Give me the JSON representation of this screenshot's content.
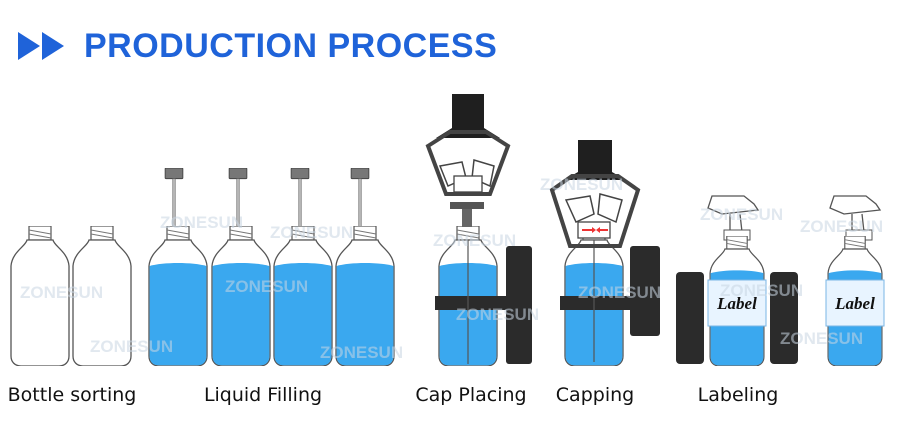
{
  "header": {
    "icon": "double-chevron-right-icon",
    "title": "PRODUCTION PROCESS",
    "accent_color": "#1f63d9"
  },
  "liquid_color": "#3aa8ef",
  "steps": [
    {
      "label": "Bottle sorting"
    },
    {
      "label": "Liquid Filling"
    },
    {
      "label": "Cap Placing"
    },
    {
      "label": "Capping"
    },
    {
      "label": "Labeling"
    }
  ],
  "bottle_label_text": "Label",
  "watermark": "ZONESUN"
}
